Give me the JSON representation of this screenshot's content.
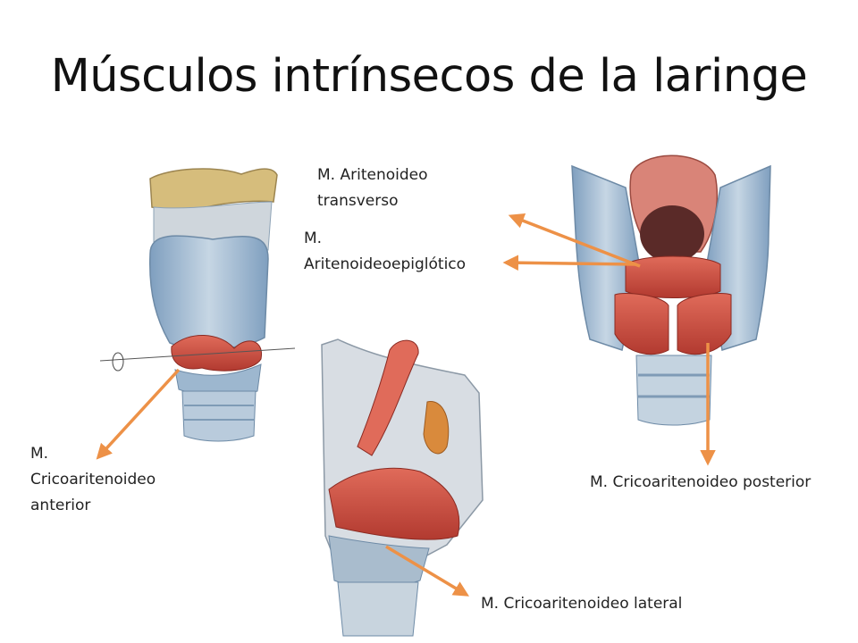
{
  "slide": {
    "title": "Músculos intrínsecos de la laringe",
    "arrow_color": "#ED9147",
    "muscle_color": "#C8443A",
    "cartilage_color": "#A9C3DA",
    "labels": {
      "aritenoideo_transverso": [
        "M. Aritenoideo",
        "transverso"
      ],
      "aritenoideoepiglotico": [
        "M.",
        "Aritenoideoepiglótico"
      ],
      "cricoaritenoideo_anterior": [
        "M.",
        "Cricoaritenoideo",
        "anterior"
      ],
      "cricoaritenoideo_posterior": "M. Cricoaritenoideo posterior",
      "cricoaritenoideo_lateral": "M. Cricoaritenoideo lateral"
    }
  }
}
